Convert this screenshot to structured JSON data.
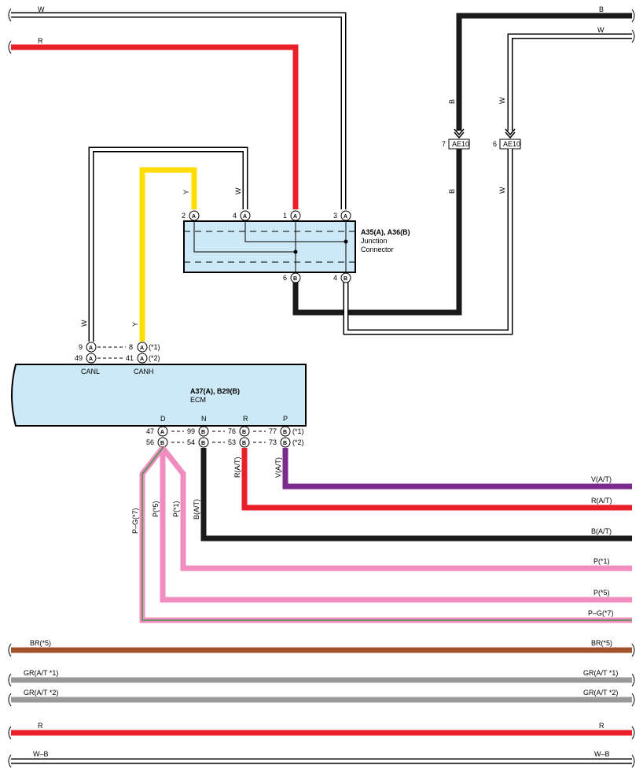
{
  "top_wires": {
    "w_top": "W",
    "r_top": "R",
    "b_right": "B",
    "w_right": "W"
  },
  "ae10": {
    "left_name": "AE10",
    "left_pin": "7",
    "left_up": "B",
    "left_down": "B",
    "right_name": "AE10",
    "right_pin": "6",
    "right_up": "W",
    "right_down": "W"
  },
  "junction": {
    "title": "A35(A), A36(B)",
    "line2": "Junction",
    "line3": "Connector",
    "top_pins": [
      {
        "num": "2",
        "letter": "A",
        "wire": "Y"
      },
      {
        "num": "4",
        "letter": "A",
        "wire": "W"
      },
      {
        "num": "1",
        "letter": "A",
        "wire": ""
      },
      {
        "num": "3",
        "letter": "A",
        "wire": ""
      }
    ],
    "bottom_pins": [
      {
        "num": "6",
        "letter": "B"
      },
      {
        "num": "4",
        "letter": "B"
      }
    ]
  },
  "ecm": {
    "title": "A37(A), B29(B)",
    "name": "ECM",
    "can_wire_w": "W",
    "can_wire_y": "Y",
    "can_rows": [
      {
        "left_num": "9",
        "left_letter": "A",
        "right_num": "8",
        "right_letter": "A",
        "note": "(*1)"
      },
      {
        "left_num": "49",
        "left_letter": "A",
        "right_num": "41",
        "right_letter": "A",
        "note": "(*2)"
      }
    ],
    "canl": "CANL",
    "canh": "CANH",
    "term_labels": [
      "D",
      "N",
      "R",
      "P"
    ],
    "row1": {
      "pins": [
        {
          "num": "47",
          "letter": "A"
        },
        {
          "num": "99",
          "letter": "B"
        },
        {
          "num": "76",
          "letter": "B"
        },
        {
          "num": "77",
          "letter": "B"
        }
      ],
      "note": "(*1)"
    },
    "row2": {
      "pins": [
        {
          "num": "56",
          "letter": "B"
        },
        {
          "num": "54",
          "letter": "B"
        },
        {
          "num": "53",
          "letter": "B"
        },
        {
          "num": "73",
          "letter": "B"
        }
      ],
      "note": "(*2)"
    }
  },
  "ecm_wires": {
    "vertical_labels": [
      "P–G(*7)",
      "P(*5)",
      "P(*1)",
      "B(A/T)",
      "R(A/T)",
      "V(A/T)"
    ],
    "right_labels": [
      "V(A/T)",
      "R(A/T)",
      "B(A/T)",
      "P(*1)",
      "P(*5)",
      "P–G(*7)"
    ]
  },
  "bottom_wires": [
    {
      "left": "BR(*5)",
      "right": "BR(*5)",
      "color": "#a0522d"
    },
    {
      "left": "GR(A/T *1)",
      "right": "GR(A/T *1)",
      "color": "#999999"
    },
    {
      "left": "GR(A/T *2)",
      "right": "GR(A/T *2)",
      "color": "#999999"
    },
    {
      "left": "R",
      "right": "R",
      "color": "#e8202a"
    },
    {
      "left": "W–B",
      "right": "W–B",
      "color": "#ffffff"
    }
  ],
  "colors": {
    "red": "#e8202a",
    "black": "#1a1a1a",
    "yellow": "#ffdd00",
    "pink": "#f08cbe",
    "purple": "#7b2a8e",
    "green": "#3a9a4a",
    "box_fill": "#cde9f8"
  }
}
